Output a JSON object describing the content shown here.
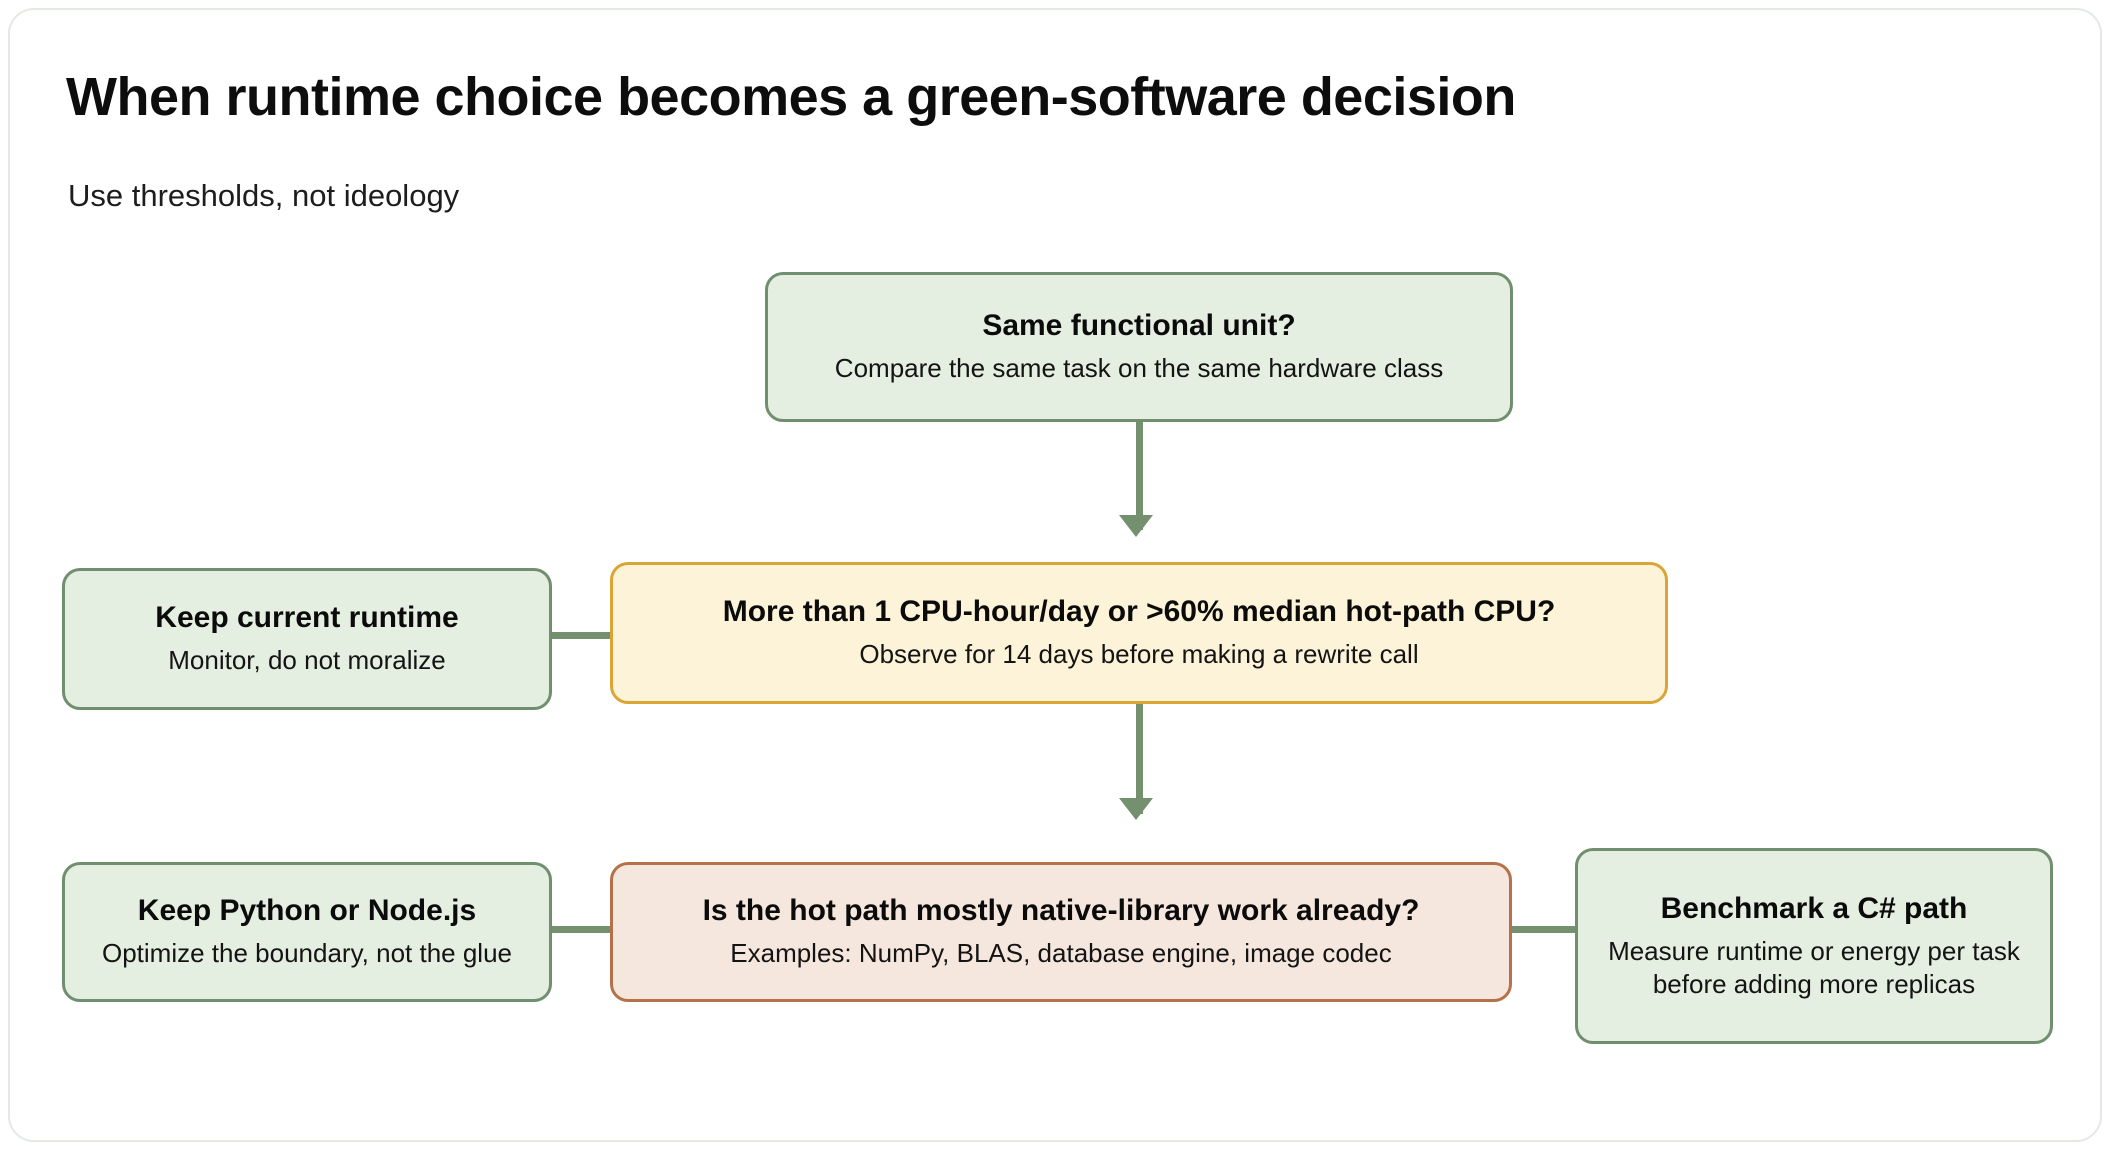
{
  "header": {
    "title": "When runtime choice becomes a green-software decision",
    "subtitle": "Use thresholds, not ideology"
  },
  "palette": {
    "page_background": "#ffffff",
    "card_border": "#e4e9e4",
    "connector": "#74906f",
    "green_fill": "#e4eee1",
    "green_border": "#6f8f6f",
    "amber_fill": "#fdf3d8",
    "amber_border": "#d9a534",
    "rose_fill": "#f6e7de",
    "rose_border": "#b5714a",
    "text": "#0b0b0b"
  },
  "chart_data": {
    "type": "diagram",
    "title": "When runtime choice becomes a green-software decision",
    "subtitle": "Use thresholds, not ideology",
    "nodes": [
      {
        "id": "same-unit",
        "title": "Same functional unit?",
        "subtitle": "Compare the same task on the same hardware class",
        "kind": "decision",
        "style": "green"
      },
      {
        "id": "threshold",
        "title": "More than 1 CPU-hour/day or >60% median hot-path CPU?",
        "subtitle": "Observe for 14 days before making a rewrite call",
        "kind": "decision",
        "style": "amber"
      },
      {
        "id": "keep-runtime",
        "title": "Keep current runtime",
        "subtitle": "Monitor, do not moralize",
        "kind": "outcome",
        "style": "green"
      },
      {
        "id": "native-lib",
        "title": "Is the hot path mostly native-library work already?",
        "subtitle": "Examples: NumPy, BLAS, database engine, image codec",
        "kind": "decision",
        "style": "rose"
      },
      {
        "id": "keep-python",
        "title": "Keep Python or Node.js",
        "subtitle": "Optimize the boundary, not the glue",
        "kind": "outcome",
        "style": "green"
      },
      {
        "id": "benchmark",
        "title": "Benchmark a C# path",
        "subtitle": "Measure runtime or energy per task before adding more replicas",
        "kind": "outcome",
        "style": "green"
      }
    ],
    "edges": [
      {
        "from": "same-unit",
        "to": "threshold",
        "direction": "down",
        "arrow": true
      },
      {
        "from": "threshold",
        "to": "keep-runtime",
        "direction": "left",
        "arrow": false
      },
      {
        "from": "threshold",
        "to": "native-lib",
        "direction": "down",
        "arrow": true
      },
      {
        "from": "native-lib",
        "to": "keep-python",
        "direction": "left",
        "arrow": false
      },
      {
        "from": "native-lib",
        "to": "benchmark",
        "direction": "right",
        "arrow": false
      }
    ]
  }
}
